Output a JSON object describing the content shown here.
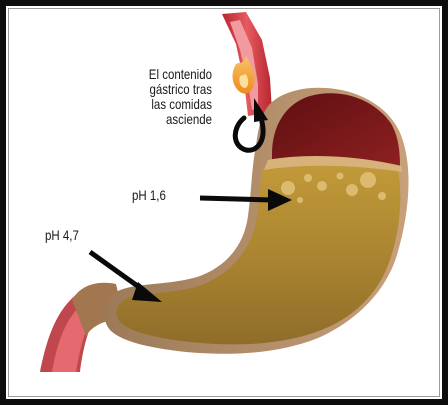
{
  "labels": {
    "reflux_line1": "El contenido",
    "reflux_line2": "gástrico tras",
    "reflux_line3": "las comidas",
    "reflux_line4": "asciende",
    "ph_upper": "pH 1,6",
    "ph_lower": "pH 4,7"
  },
  "colors": {
    "esophagus_outer": "#c9333a",
    "esophagus_inner": "#ef8a8f",
    "reflux_flame": "#f29a1e",
    "stomach_wall": "#c8a07a",
    "gastric_content": "#b08a2e",
    "gas_bubble": "#7a1a1a",
    "arrow": "#0a0a0a",
    "frame": "#0d0d0d"
  }
}
